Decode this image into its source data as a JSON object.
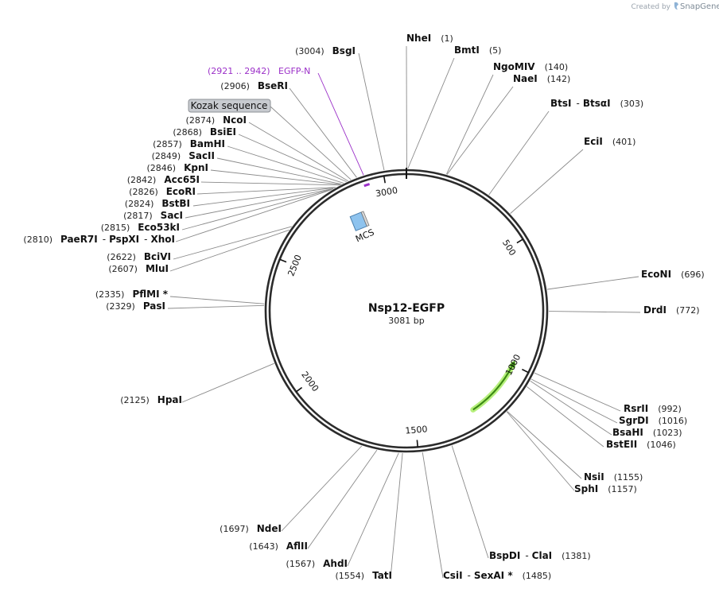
{
  "header": {
    "created_by": "Created by",
    "brand": "SnapGene"
  },
  "plasmid": {
    "name": "Nsp12-EGFP",
    "length_label": "3081 bp",
    "length": 3081
  },
  "ticks": [
    "500",
    "1000",
    "1500",
    "2000",
    "2500",
    "3000"
  ],
  "features": {
    "egfp_n": {
      "name": "EGFP-N",
      "range": "(2921 .. 2942)",
      "start": 2921,
      "end": 2942,
      "color": "#9b30c8"
    },
    "kozak": {
      "name": "Kozak sequence"
    },
    "mcs": {
      "name": "MCS"
    },
    "orf": {
      "start": 1250,
      "end": 980,
      "color": "#3c8a14",
      "glow": "#b6f07c"
    }
  },
  "sites": [
    {
      "id": "nhei",
      "names": [
        "NheI"
      ],
      "pos": "(1)",
      "bp": 1
    },
    {
      "id": "bmti",
      "names": [
        "BmtI"
      ],
      "pos": "(5)",
      "bp": 5
    },
    {
      "id": "ngomiv",
      "names": [
        "NgoMIV"
      ],
      "pos": "(140)",
      "bp": 140
    },
    {
      "id": "naei",
      "names": [
        "NaeI"
      ],
      "pos": "(142)",
      "bp": 142
    },
    {
      "id": "btsi",
      "names": [
        "BtsI",
        "BtsαI"
      ],
      "pos": "(303)",
      "bp": 303
    },
    {
      "id": "ecii",
      "names": [
        "EciI"
      ],
      "pos": "(401)",
      "bp": 401
    },
    {
      "id": "econi",
      "names": [
        "EcoNI"
      ],
      "pos": "(696)",
      "bp": 696
    },
    {
      "id": "drdi",
      "names": [
        "DrdI"
      ],
      "pos": "(772)",
      "bp": 772
    },
    {
      "id": "rsrii",
      "names": [
        "RsrII"
      ],
      "pos": "(992)",
      "bp": 992
    },
    {
      "id": "sgrdi",
      "names": [
        "SgrDI"
      ],
      "pos": "(1016)",
      "bp": 1016
    },
    {
      "id": "bsahi",
      "names": [
        "BsaHI"
      ],
      "pos": "(1023)",
      "bp": 1023
    },
    {
      "id": "bsteii",
      "names": [
        "BstEII"
      ],
      "pos": "(1046)",
      "bp": 1046
    },
    {
      "id": "nsii",
      "names": [
        "NsiI"
      ],
      "pos": "(1155)",
      "bp": 1155
    },
    {
      "id": "sphi",
      "names": [
        "SphI"
      ],
      "pos": "(1157)",
      "bp": 1157
    },
    {
      "id": "bspdi",
      "names": [
        "BspDI",
        "ClaI"
      ],
      "pos": "(1381)",
      "bp": 1381
    },
    {
      "id": "csii",
      "names": [
        "CsiI",
        "SexAI *"
      ],
      "pos": "(1485)",
      "bp": 1485
    },
    {
      "id": "tati",
      "names": [
        "TatI"
      ],
      "pos": "(1554)",
      "bp": 1554
    },
    {
      "id": "ahdi",
      "names": [
        "AhdI"
      ],
      "pos": "(1567)",
      "bp": 1567
    },
    {
      "id": "aflii",
      "names": [
        "AflII"
      ],
      "pos": "(1643)",
      "bp": 1643
    },
    {
      "id": "ndei",
      "names": [
        "NdeI"
      ],
      "pos": "(1697)",
      "bp": 1697
    },
    {
      "id": "hpai",
      "names": [
        "HpaI"
      ],
      "pos": "(2125)",
      "bp": 2125
    },
    {
      "id": "pasi",
      "names": [
        "PasI"
      ],
      "pos": "(2329)",
      "bp": 2329
    },
    {
      "id": "pflmi",
      "names": [
        "PflMI *"
      ],
      "pos": "(2335)",
      "bp": 2335
    },
    {
      "id": "mlui",
      "names": [
        "MluI"
      ],
      "pos": "(2607)",
      "bp": 2607
    },
    {
      "id": "bcivi",
      "names": [
        "BciVI"
      ],
      "pos": "(2622)",
      "bp": 2622
    },
    {
      "id": "paer7i",
      "names": [
        "PaeR7I",
        "PspXI",
        "XhoI"
      ],
      "pos": "(2810)",
      "bp": 2810
    },
    {
      "id": "eco53ki",
      "names": [
        "Eco53kI"
      ],
      "pos": "(2815)",
      "bp": 2815
    },
    {
      "id": "saci",
      "names": [
        "SacI"
      ],
      "pos": "(2817)",
      "bp": 2817
    },
    {
      "id": "bstbi",
      "names": [
        "BstBI"
      ],
      "pos": "(2824)",
      "bp": 2824
    },
    {
      "id": "ecori",
      "names": [
        "EcoRI"
      ],
      "pos": "(2826)",
      "bp": 2826
    },
    {
      "id": "acc65i",
      "names": [
        "Acc65I"
      ],
      "pos": "(2842)",
      "bp": 2842
    },
    {
      "id": "kpni",
      "names": [
        "KpnI"
      ],
      "pos": "(2846)",
      "bp": 2846
    },
    {
      "id": "sacii",
      "names": [
        "SacII"
      ],
      "pos": "(2849)",
      "bp": 2849
    },
    {
      "id": "bamhi",
      "names": [
        "BamHI"
      ],
      "pos": "(2857)",
      "bp": 2857
    },
    {
      "id": "bsiei",
      "names": [
        "BsiEI"
      ],
      "pos": "(2868)",
      "bp": 2868
    },
    {
      "id": "ncoi",
      "names": [
        "NcoI"
      ],
      "pos": "(2874)",
      "bp": 2874
    },
    {
      "id": "bseri",
      "names": [
        "BseRI"
      ],
      "pos": "(2906)",
      "bp": 2906
    },
    {
      "id": "bsgi",
      "names": [
        "BsgI"
      ],
      "pos": "(3004)",
      "bp": 3004
    }
  ]
}
